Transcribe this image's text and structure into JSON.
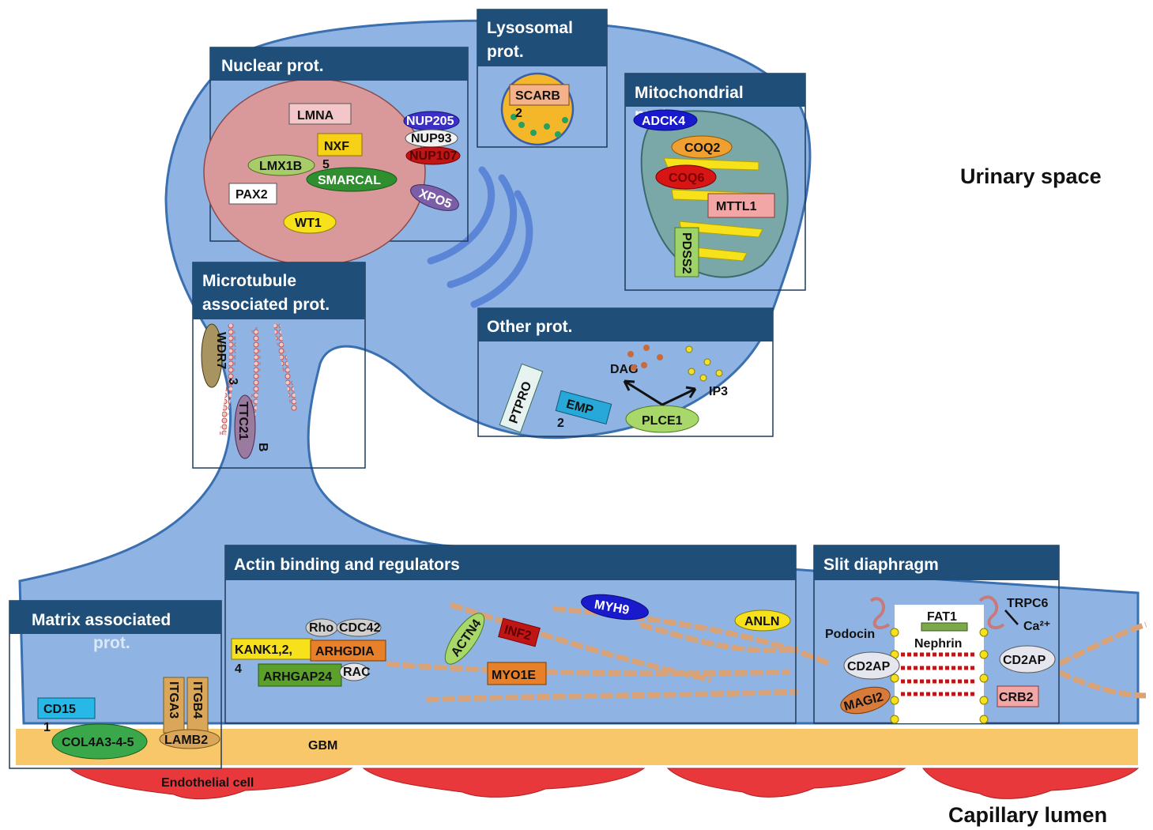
{
  "regions": {
    "urinary_space": "Urinary space",
    "capillary_lumen": "Capillary lumen",
    "gbm": "GBM",
    "endothelial": "Endothelial cell"
  },
  "boxes": {
    "nuclear": "Nuclear prot.",
    "lysosomal_1": "Lysosomal",
    "lysosomal_2": "prot.",
    "mito_1": "Mitochondrial",
    "mito_2": "prot.",
    "microtubule_1": "Microtubule",
    "microtubule_2": "associated prot.",
    "other": "Other prot.",
    "actin": "Actin binding and regulators",
    "slit": "Slit diaphragm",
    "matrix_1": "Matrix associated",
    "matrix_2": "prot."
  },
  "proteins": {
    "lmna": "LMNA",
    "nxf": "NXF",
    "lmx1b": "LMX1B",
    "five": "5",
    "smarcal": "SMARCAL",
    "pax2": "PAX2",
    "wt1": "WT1",
    "nup205": "NUP205",
    "nup93": "NUP93",
    "nup107": "NUP107",
    "xpo5": "XPO5",
    "scarb": "SCARB",
    "two_a": "2",
    "adck4": "ADCK4",
    "coq2": "COQ2",
    "coq6": "COQ6",
    "mttl1": "MTTL1",
    "pdss2": "PDSS2",
    "wdr7": "WDR7",
    "three": "3",
    "ttc21": "TTC21",
    "b": "B",
    "ptpro": "PTPRO",
    "emp": "EMP",
    "two_b": "2",
    "dag": "DAG",
    "ip3": "IP3",
    "plce1": "PLCE1",
    "myh9": "MYH9",
    "anln": "ANLN",
    "rho": "Rho",
    "cdc42": "CDC42",
    "kank": "KANK1,2,",
    "four": "4",
    "arhgdia": "ARHGDIA",
    "arhgap24": "ARHGAP24",
    "rac": "RAC",
    "actn4": "ACTN4",
    "inf2": "INF2",
    "myo1e": "MYO1E",
    "podocin": "Podocin",
    "fat1": "FAT1",
    "nephrin": "Nephrin",
    "trpc6": "TRPC6",
    "ca": "Ca²⁺",
    "cd2ap_a": "CD2AP",
    "cd2ap_b": "CD2AP",
    "magi2": "MAGI2",
    "crb2": "CRB2",
    "cd151": "CD15",
    "one": "1",
    "col4a": "COL4A3-4-5",
    "itga3": "ITGA3",
    "itgb4": "ITGB4",
    "lamb2": "LAMB2"
  },
  "colors": {
    "cell": "#8fb4e3",
    "cell_stroke": "#3a6fb0",
    "nucleus": "#d9999b",
    "gbm": "#f8c76a",
    "endothelium": "#e8383b",
    "header": "#1f4e79",
    "actin": "#d9a37a"
  }
}
